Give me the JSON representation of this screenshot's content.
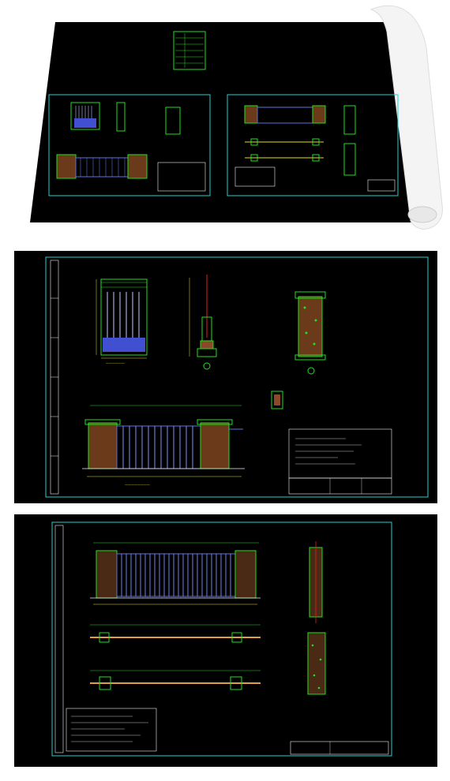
{
  "colors": {
    "background": "#ffffff",
    "panel": "#000000",
    "frame": "#25d0d0",
    "green": "#20e020",
    "white": "#f0f0f0",
    "blue": "#4050d0",
    "brown": "#8a4a2a",
    "red": "#e02020",
    "yellow": "#e0e020"
  },
  "sheets": [
    {
      "id": "preview-sheet",
      "description_icon": "cad-overview-icon"
    },
    {
      "id": "drawing-sheet-1",
      "description_icon": "gate-elevation-icon"
    },
    {
      "id": "drawing-sheet-2",
      "description_icon": "fence-plan-icon"
    }
  ]
}
